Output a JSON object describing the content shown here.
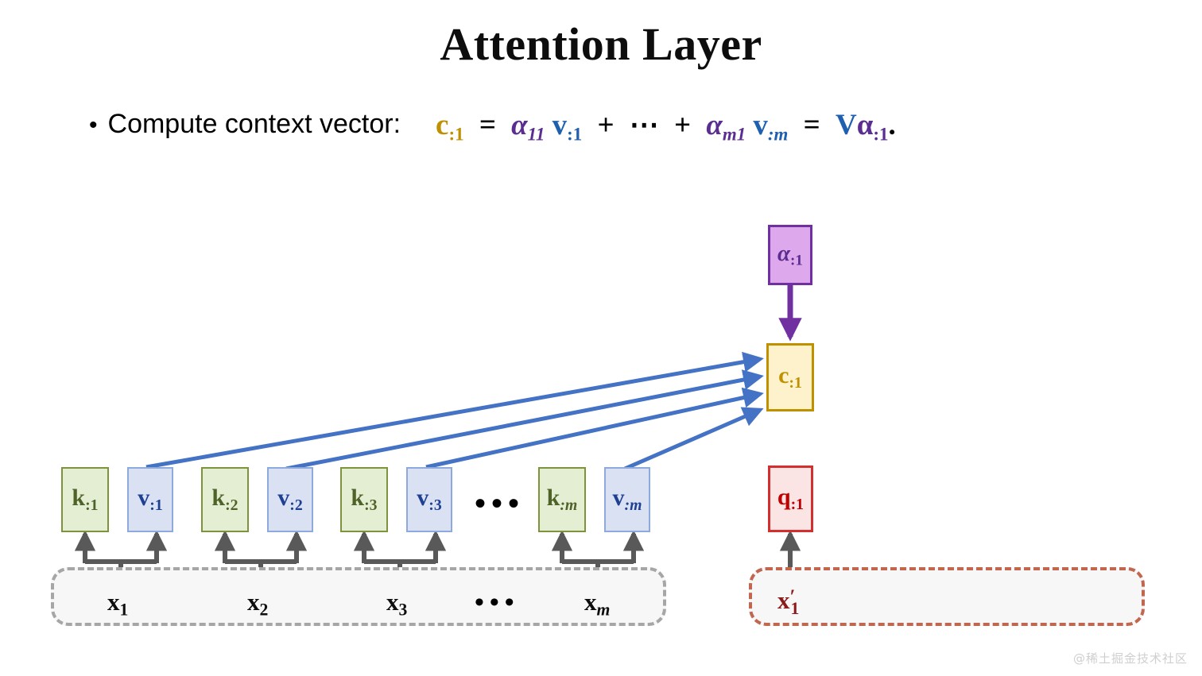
{
  "slide": {
    "title": "Attention Layer",
    "bullet_marker": "•",
    "bullet_text": "Compute context vector:",
    "watermark": "@稀土掘金技术社区"
  },
  "formula": {
    "lhs_symbol": "c",
    "lhs_sub": ":1",
    "eq1": "=",
    "term1_alpha": "α",
    "term1_alpha_sub": "11",
    "term1_v": "v",
    "term1_v_sub": ":1",
    "plus1": "+",
    "ellipsis": "⋯",
    "plus2": "+",
    "term2_alpha": "α",
    "term2_alpha_sub": "m1",
    "term2_v": "v",
    "term2_v_sub": ":m",
    "eq2": "=",
    "rhs_V": "V",
    "rhs_alpha": "α",
    "rhs_alpha_sub": ":1",
    "period": "."
  },
  "colors": {
    "c_gold": "#bf9000",
    "alpha_purple": "#5b2d91",
    "v_blue": "#1f5fb0",
    "k_green": "#4f6228",
    "q_red": "#c00000",
    "arrow_blue": "#4472c4",
    "arrow_purple": "#7030a0",
    "arrow_gray": "#595959",
    "band_gray_border": "#a6a6a6",
    "band_red_border": "#c2674f"
  },
  "diagram": {
    "alpha_box": {
      "symbol": "α",
      "sub": ":1"
    },
    "context_box": {
      "symbol": "c",
      "sub": ":1"
    },
    "query_box": {
      "symbol": "q",
      "sub": ":1"
    },
    "key_boxes": [
      {
        "symbol": "k",
        "sub": ":1"
      },
      {
        "symbol": "k",
        "sub": ":2"
      },
      {
        "symbol": "k",
        "sub": ":3"
      },
      {
        "symbol": "k",
        "sub": ":m",
        "sub_italic": true
      }
    ],
    "value_boxes": [
      {
        "symbol": "v",
        "sub": ":1"
      },
      {
        "symbol": "v",
        "sub": ":2"
      },
      {
        "symbol": "v",
        "sub": ":3"
      },
      {
        "symbol": "v",
        "sub": ":m",
        "sub_italic": true
      }
    ],
    "kv_ellipsis": "•••",
    "input_labels": [
      {
        "symbol": "x",
        "sub": "1"
      },
      {
        "symbol": "x",
        "sub": "2"
      },
      {
        "symbol": "x",
        "sub": "3"
      },
      {
        "symbol": "x",
        "sub": "m",
        "sub_italic": true
      }
    ],
    "input_ellipsis": "•••",
    "query_input_label": {
      "symbol": "x",
      "prime": "′",
      "sub": "1"
    }
  }
}
